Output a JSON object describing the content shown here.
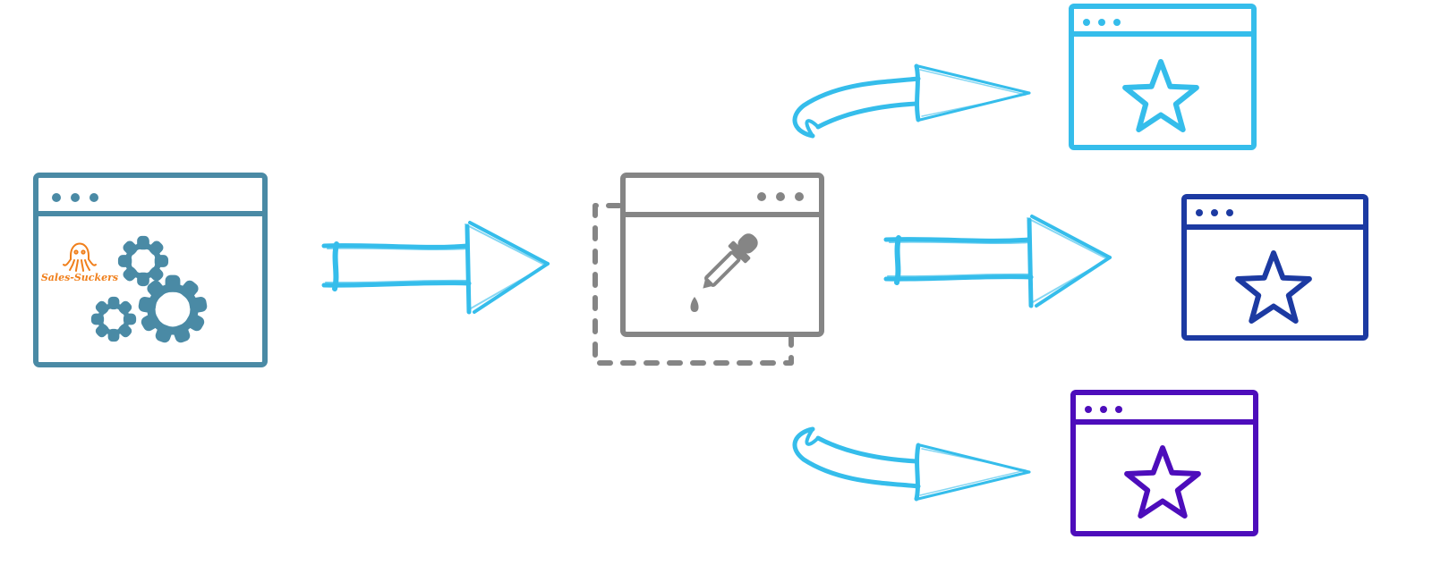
{
  "logo": {
    "text": "Sales-Suckers",
    "color": "#f07f1b",
    "icon": "octopus-icon"
  },
  "colors": {
    "source_window": "#4a8aa5",
    "picker_window": "#858585",
    "arrow": "#35bdeb",
    "output_light_blue": "#35bdeb",
    "output_dark_blue": "#1c3aa2",
    "output_purple": "#4d0dbb"
  },
  "nodes": [
    {
      "id": "source-window",
      "icons": [
        "octopus-icon",
        "gear-icon",
        "gear-icon",
        "gear-icon"
      ]
    },
    {
      "id": "color-picker-window",
      "icons": [
        "eyedropper-icon",
        "dashed-selection-icon"
      ]
    },
    {
      "id": "output-window-light-blue",
      "icons": [
        "star-icon"
      ]
    },
    {
      "id": "output-window-dark-blue",
      "icons": [
        "star-icon"
      ]
    },
    {
      "id": "output-window-purple",
      "icons": [
        "star-icon"
      ]
    }
  ],
  "arrows": [
    {
      "from": "source-window",
      "to": "color-picker-window",
      "style": "straight"
    },
    {
      "from": "color-picker-window",
      "to": "output-window-light-blue",
      "style": "curved"
    },
    {
      "from": "color-picker-window",
      "to": "output-window-dark-blue",
      "style": "straight"
    },
    {
      "from": "color-picker-window",
      "to": "output-window-purple",
      "style": "curved"
    }
  ]
}
